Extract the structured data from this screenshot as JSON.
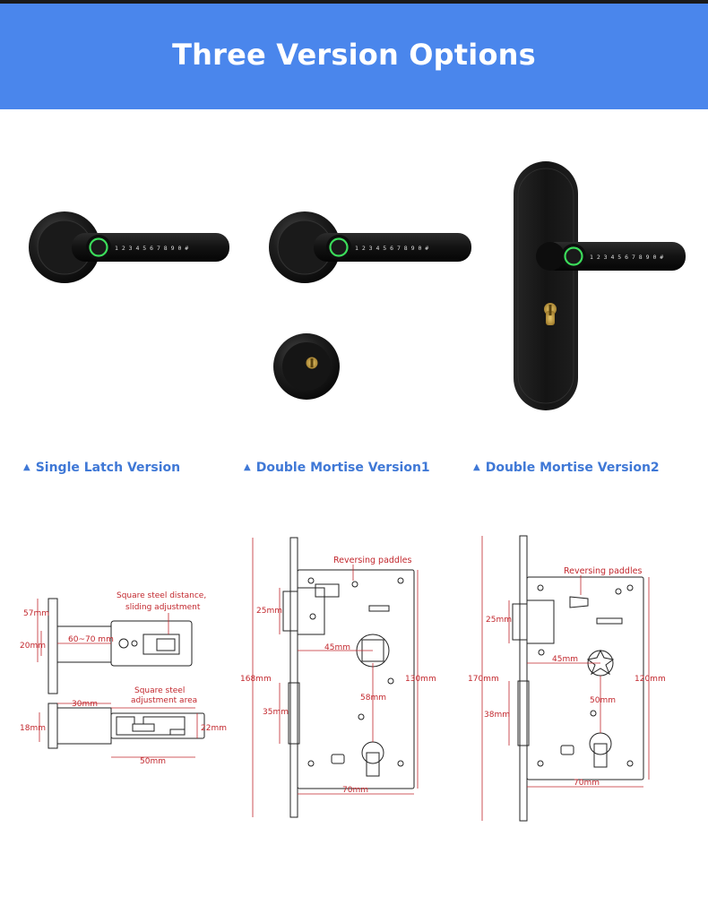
{
  "header": {
    "title": "Three Version Options"
  },
  "colors": {
    "banner": "#4a86ec",
    "accent_text": "#3f78d6",
    "dimension": "#c2272d",
    "lock_body": "#111111",
    "fingerprint_ring": "#3bdc5a"
  },
  "versions": [
    {
      "icon": "triangle-up-icon",
      "label": "Single Latch Version"
    },
    {
      "icon": "triangle-up-icon",
      "label": "Double Mortise Version1"
    },
    {
      "icon": "triangle-up-icon",
      "label": "Double Mortise Version2"
    }
  ],
  "keypad": {
    "digits": "1 2 3 4 5 6 7 8 9 0 #"
  },
  "diagrams": {
    "latch": {
      "note_adjust_line1": "Square steel distance,",
      "note_adjust_line2": "sliding adjustment",
      "note_area_line1": "Square steel",
      "note_area_line2": "adjustment area",
      "dim_57": "57mm",
      "dim_20": "20mm",
      "dim_60_70": "60~70 mm",
      "dim_30": "30mm",
      "dim_18": "18mm",
      "dim_22": "22mm",
      "dim_50": "50mm"
    },
    "mortise1": {
      "note": "Reversing paddles",
      "dim_25": "25mm",
      "dim_45": "45mm",
      "dim_168": "168mm",
      "dim_130": "130mm",
      "dim_35": "35mm",
      "dim_58": "58mm",
      "dim_70": "70mm"
    },
    "mortise2": {
      "note": "Reversing paddles",
      "dim_25": "25mm",
      "dim_45": "45mm",
      "dim_170": "170mm",
      "dim_120": "120mm",
      "dim_38": "38mm",
      "dim_50": "50mm",
      "dim_70": "70mm"
    }
  }
}
